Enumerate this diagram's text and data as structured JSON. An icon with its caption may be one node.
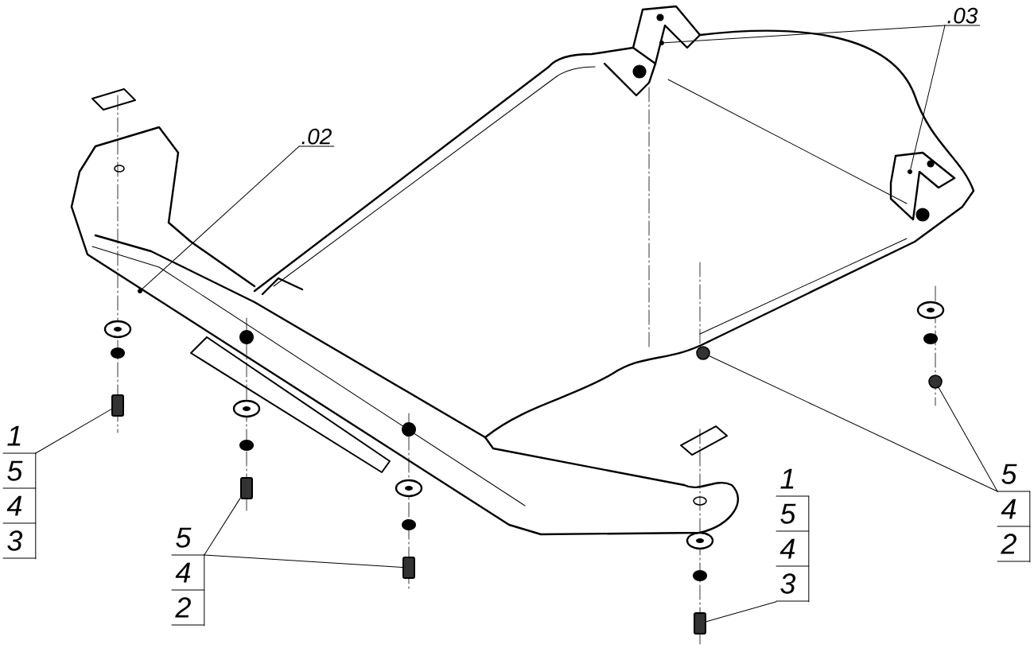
{
  "diagram": {
    "nodes": [
      {
        "text": [
          ".02"
        ]
      },
      {
        "text": [],
        "shape": "point"
      },
      {
        "text": [
          ".03"
        ]
      },
      {
        "text": [],
        "shape": "bracket"
      },
      {
        "text": [],
        "shape": "bracket"
      },
      {
        "text": [
          "1",
          "5",
          "4",
          "3"
        ]
      },
      {
        "text": [],
        "shape": "bolt"
      },
      {
        "text": [
          "5",
          "4",
          "2"
        ]
      },
      {
        "text": [],
        "shape": "bolt"
      },
      {
        "text": [],
        "shape": "bolt"
      },
      {
        "text": [
          "1",
          "5",
          "4",
          "3"
        ]
      },
      {
        "text": [],
        "shape": "bolt"
      },
      {
        "text": [
          "5",
          "4",
          "2"
        ]
      },
      {
        "text": [],
        "shape": "nut"
      },
      {
        "text": [],
        "shape": "nut"
      }
    ],
    "edges": [
      {
        "from": 0,
        "to": 1,
        "arrow": "none"
      },
      {
        "from": 2,
        "to": 3,
        "arrow": "none"
      },
      {
        "from": 2,
        "to": 4,
        "arrow": "none"
      },
      {
        "from": 5,
        "to": 6,
        "arrow": "none"
      },
      {
        "from": 7,
        "to": 8,
        "arrow": "none"
      },
      {
        "from": 7,
        "to": 9,
        "arrow": "none"
      },
      {
        "from": 10,
        "to": 11,
        "arrow": "none"
      },
      {
        "from": 12,
        "to": 13,
        "arrow": "none"
      },
      {
        "from": 12,
        "to": 14,
        "arrow": "none"
      }
    ]
  }
}
